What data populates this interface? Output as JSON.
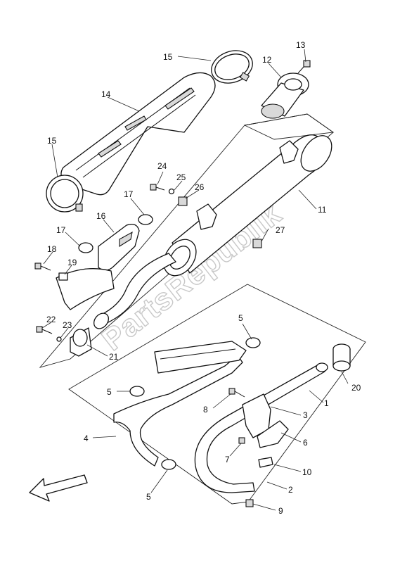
{
  "watermark": "PartsRepublik",
  "callouts": {
    "c1": "1",
    "c2": "2",
    "c3": "3",
    "c4": "4",
    "c5a": "5",
    "c5b": "5",
    "c5c": "5",
    "c6": "6",
    "c7": "7",
    "c8": "8",
    "c9": "9",
    "c10": "10",
    "c11": "11",
    "c12": "12",
    "c13": "13",
    "c14": "14",
    "c15a": "15",
    "c15b": "15",
    "c16": "16",
    "c17a": "17",
    "c17b": "17",
    "c18": "18",
    "c19": "19",
    "c20": "20",
    "c21": "21",
    "c22": "22",
    "c23": "23",
    "c24": "24",
    "c25": "25",
    "c26": "26",
    "c27": "27"
  },
  "icons": {
    "direction": "front-arrow-icon"
  },
  "colors": {
    "line": "#111111",
    "box": "#222222",
    "watermark": "#c8c8c8"
  }
}
